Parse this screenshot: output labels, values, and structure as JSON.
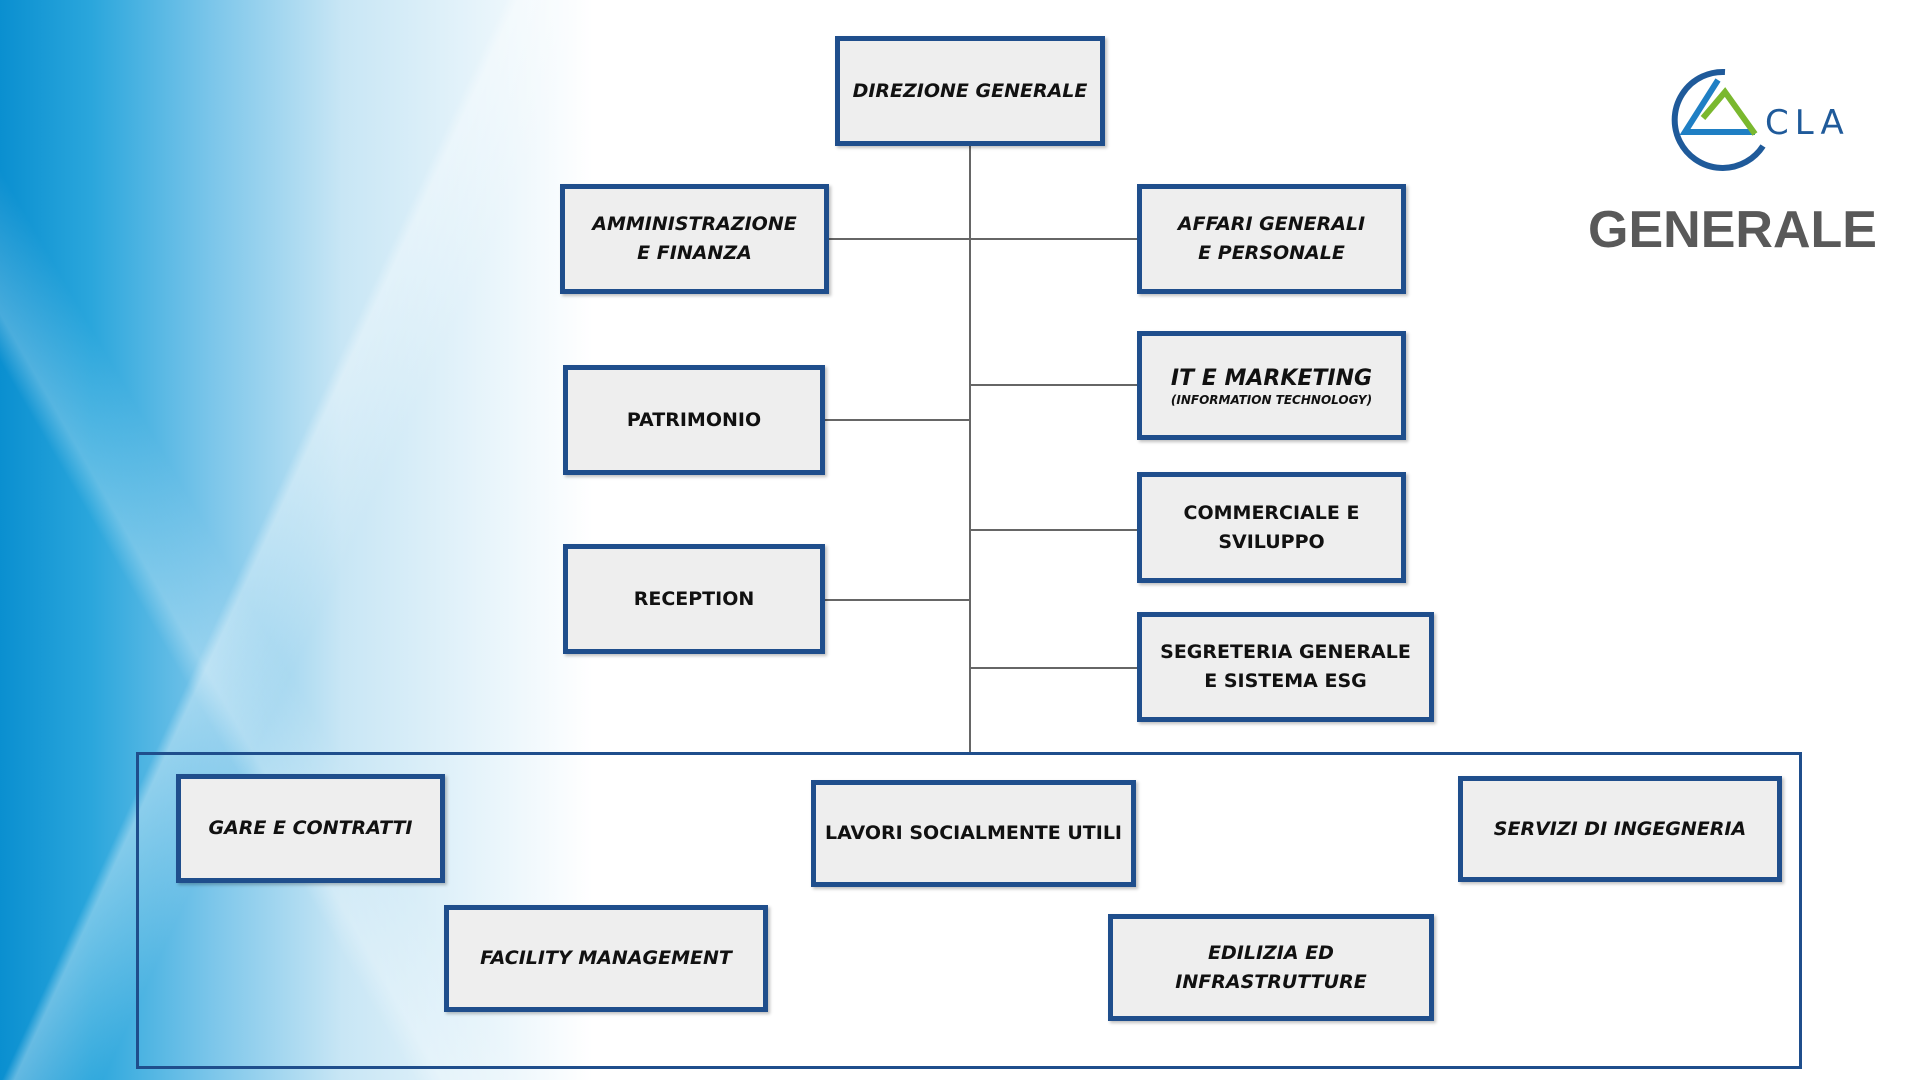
{
  "header": {
    "title": "GENERALE",
    "logo_text": "CLA"
  },
  "colors": {
    "border": "#1f4e8c",
    "box_fill": "#eeeeee",
    "logo_blue": "#1f5a9a",
    "logo_green": "#7ab82e"
  },
  "org": {
    "top": "DIREZIONE GENERALE",
    "left": [
      "AMMINISTRAZIONE E FINANZA",
      "PATRIMONIO",
      "RECEPTION"
    ],
    "right": [
      "AFFARI GENERALI E PERSONALE",
      "IT E MARKETING",
      "COMMERCIALE E SVILUPPO",
      "SEGRETERIA GENERALE E SISTEMA ESG"
    ],
    "it_sub": "(INFORMATION TECHNOLOGY)",
    "bottom": [
      "GARE E CONTRATTI",
      "LAVORI SOCIALMENTE UTILI",
      "SERVIZI DI INGEGNERIA",
      "FACILITY MANAGEMENT",
      "EDILIZIA ED INFRASTRUTTURE"
    ]
  }
}
